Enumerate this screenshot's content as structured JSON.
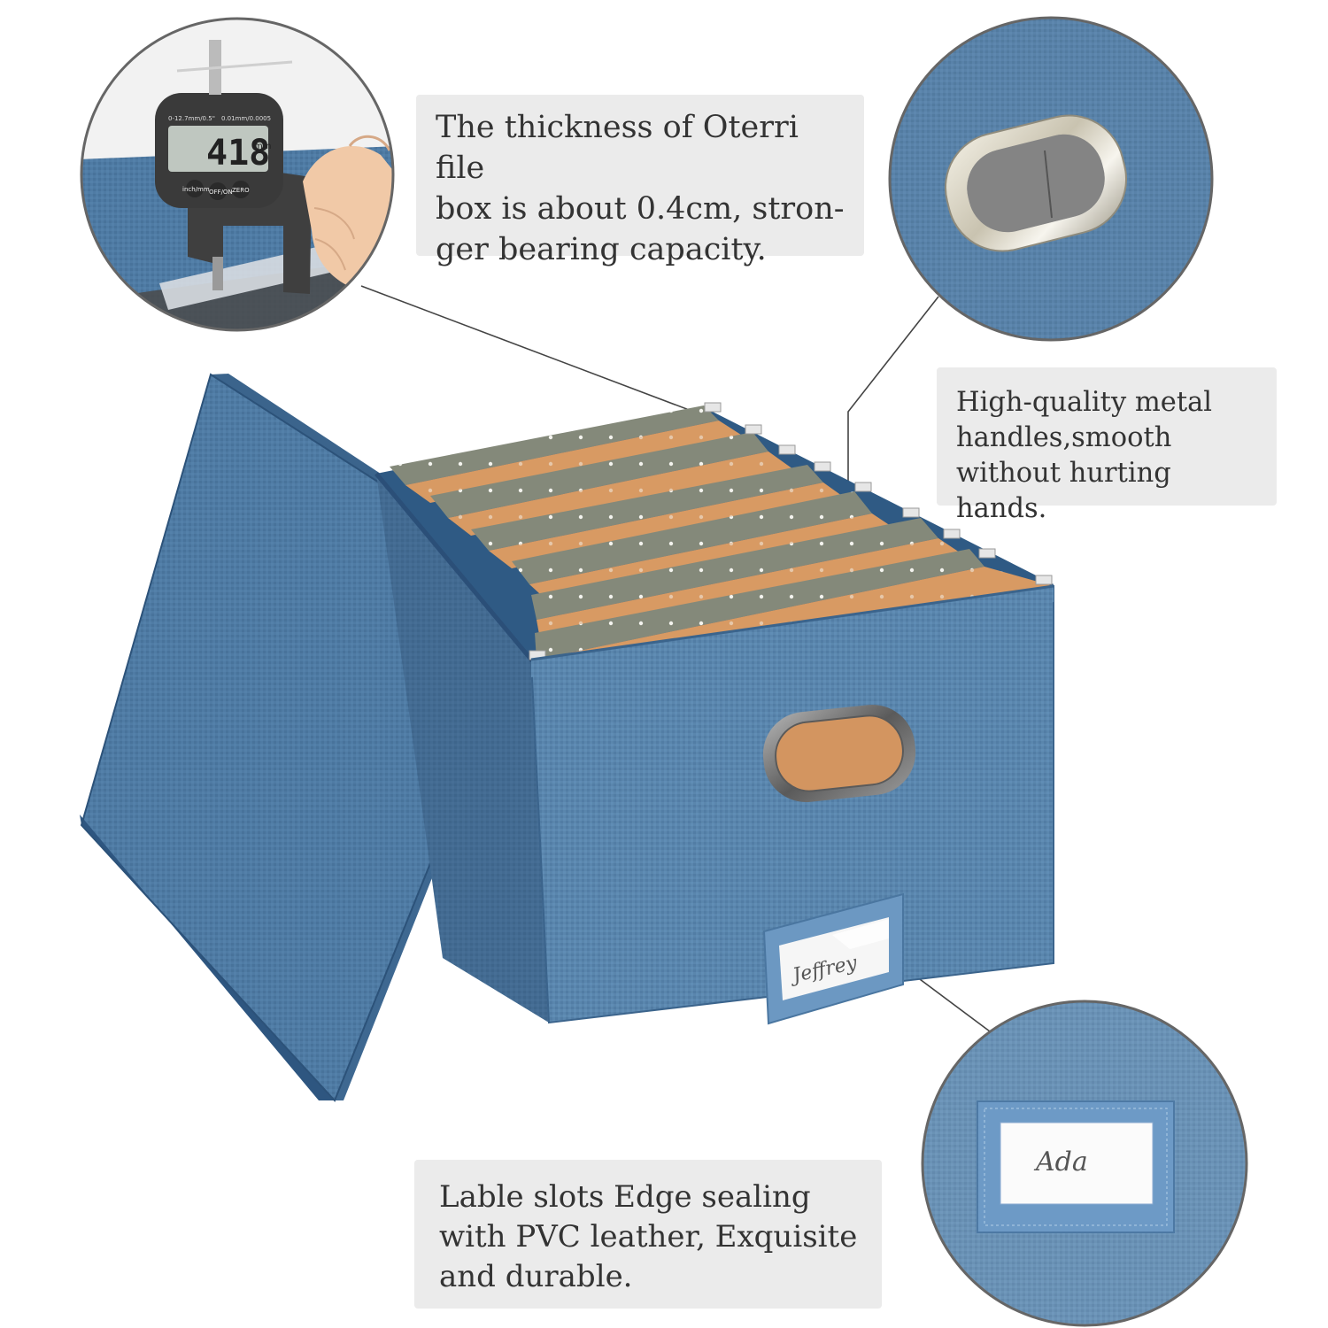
{
  "callouts": {
    "thickness": {
      "lines": [
        "The thickness of Oterri file",
        "box is about 0.4cm, stron-",
        "ger bearing capacity."
      ]
    },
    "handles": {
      "lines": [
        "High-quality metal",
        "handles,smooth",
        "without hurting hands."
      ]
    },
    "label_slot": {
      "lines": [
        "Lable slots Edge sealing",
        "with PVC leather, Exquisite",
        "and durable."
      ]
    }
  },
  "gauge": {
    "reading": "418",
    "unit": "mm",
    "spec_left": "0-12.7mm/0.5\"",
    "spec_right": "0.01mm/0.0005",
    "buttons": [
      "inch/mm",
      "OFF/ON",
      "ZERO"
    ]
  },
  "box_label": {
    "name": "Jeffrey"
  },
  "closeup_label": {
    "name": "Ada"
  },
  "colors": {
    "fabric": "#4e7aa3",
    "fabric_dark": "#2f5a84",
    "folder_orange": "#d89a63",
    "folder_green": "#848a7a",
    "callout_bg": "#ebebeb",
    "callout_text": "#333333"
  }
}
